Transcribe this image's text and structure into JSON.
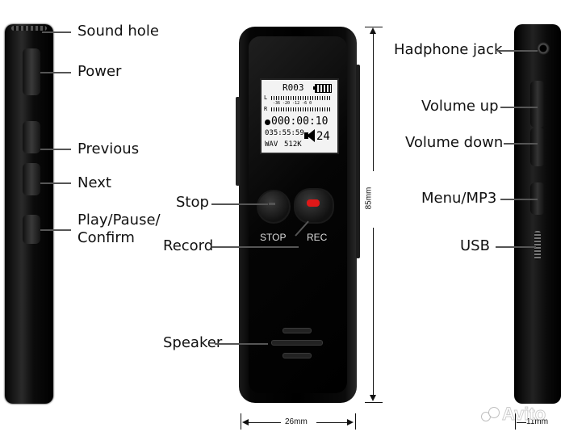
{
  "left_labels": {
    "sound_hole": "Sound hole",
    "power": "Power",
    "previous": "Previous",
    "next": "Next",
    "play_pause_confirm_1": "Play/Pause/",
    "play_pause_confirm_2": "Confirm"
  },
  "center_labels": {
    "stop": "Stop",
    "record": "Record",
    "speaker": "Speaker"
  },
  "right_labels": {
    "headphone_jack": "Hadphone jack",
    "volume_up": "Volume up",
    "volume_down": "Volume down",
    "menu_mp3": "Menu/MP3",
    "usb": "USB"
  },
  "screen": {
    "file": "R003",
    "meter_l": "L",
    "meter_r": "R",
    "meter_scale": "-36 -20 -12 -6  0",
    "elapsed": "000:00:10",
    "remaining": "035:55:59",
    "format": "WAV",
    "bitrate": "512K",
    "volume": "24"
  },
  "device_buttons": {
    "stop_text": "STOP",
    "rec_text": "REC"
  },
  "dimensions": {
    "height": "85mm",
    "width": "26mm",
    "depth": "11mm"
  },
  "watermark": "Avito",
  "colors": {
    "rec_red": "#e01818",
    "device_black": "#050505"
  }
}
